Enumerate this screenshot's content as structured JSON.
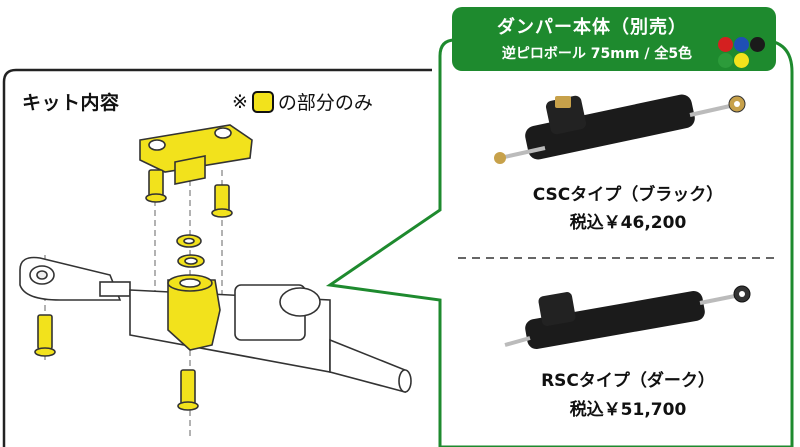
{
  "kit": {
    "title": "キット内容",
    "note_prefix": "※",
    "note_suffix": "の部分のみ"
  },
  "damper": {
    "header_line1": "ダンパー本体（別売）",
    "header_line2": "逆ピロボール 75mm / 全5色",
    "available_colors": [
      "#d42020",
      "#1f4fb5",
      "#1a1a1a",
      "#2c9b3a",
      "#f2e21c"
    ]
  },
  "products": [
    {
      "name": "CSCタイプ（ブラック）",
      "price": "税込￥46,200"
    },
    {
      "name": "RSCタイプ（ダーク）",
      "price": "税込￥51,700"
    }
  ],
  "colors": {
    "accent_green": "#1e8a2e",
    "kit_highlight_yellow": "#f2e21c",
    "outline": "#222222"
  }
}
